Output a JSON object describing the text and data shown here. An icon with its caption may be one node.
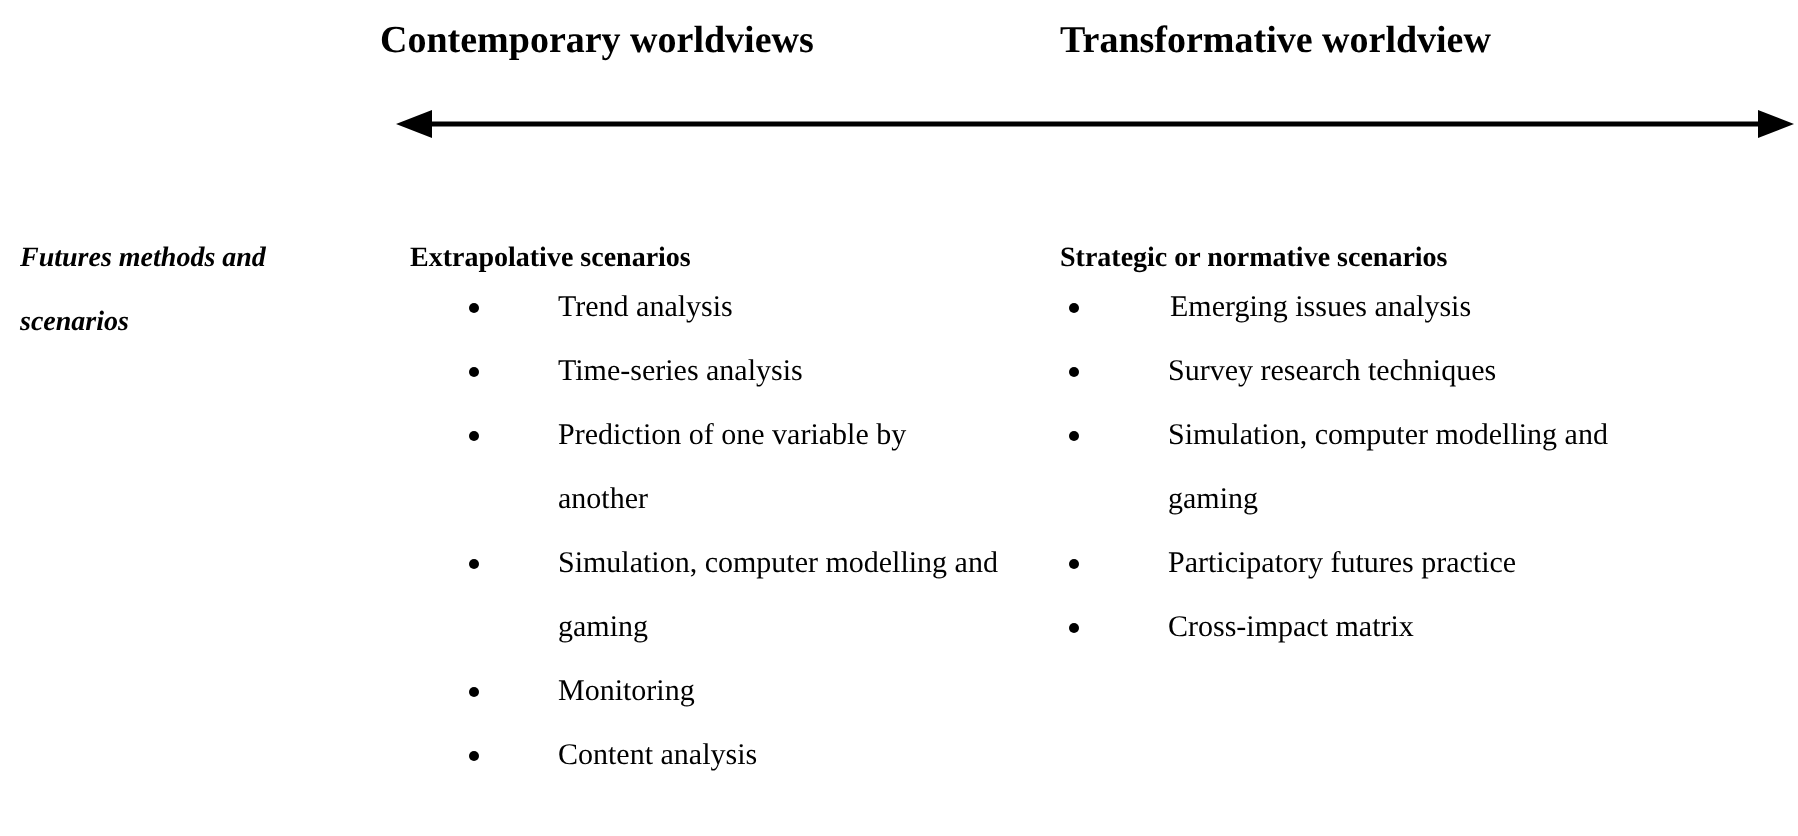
{
  "diagram": {
    "labels": [
      "Contemporary worldviews",
      "Transformative worldview",
      "Futures methods and scenarios",
      "Extrapolative scenarios",
      "Trend analysis",
      "Time-series analysis",
      "Prediction of one variable by another",
      "Simulation, computer modelling and gaming",
      "Monitoring",
      "Content analysis",
      "Strategic or normative scenarios",
      "Emerging issues analysis",
      "Survey research techniques",
      "Simulation, computer modelling and gaming",
      "Participatory futures practice",
      "Cross-impact matrix"
    ]
  }
}
